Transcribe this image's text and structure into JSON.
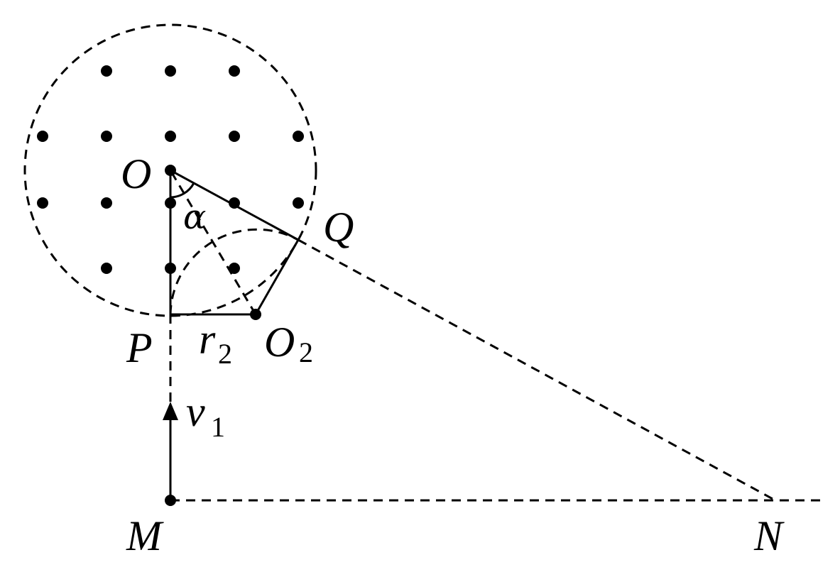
{
  "labels": {
    "O": "O",
    "Q": "Q",
    "P": "P",
    "O2_main": "O",
    "O2_sub": "2",
    "r2_main": "r",
    "r2_sub": "2",
    "v1_main": "v",
    "v1_sub": "1",
    "M": "M",
    "N": "N",
    "alpha": "α"
  },
  "colors": {
    "ink": "#000000",
    "background": "#ffffff"
  }
}
